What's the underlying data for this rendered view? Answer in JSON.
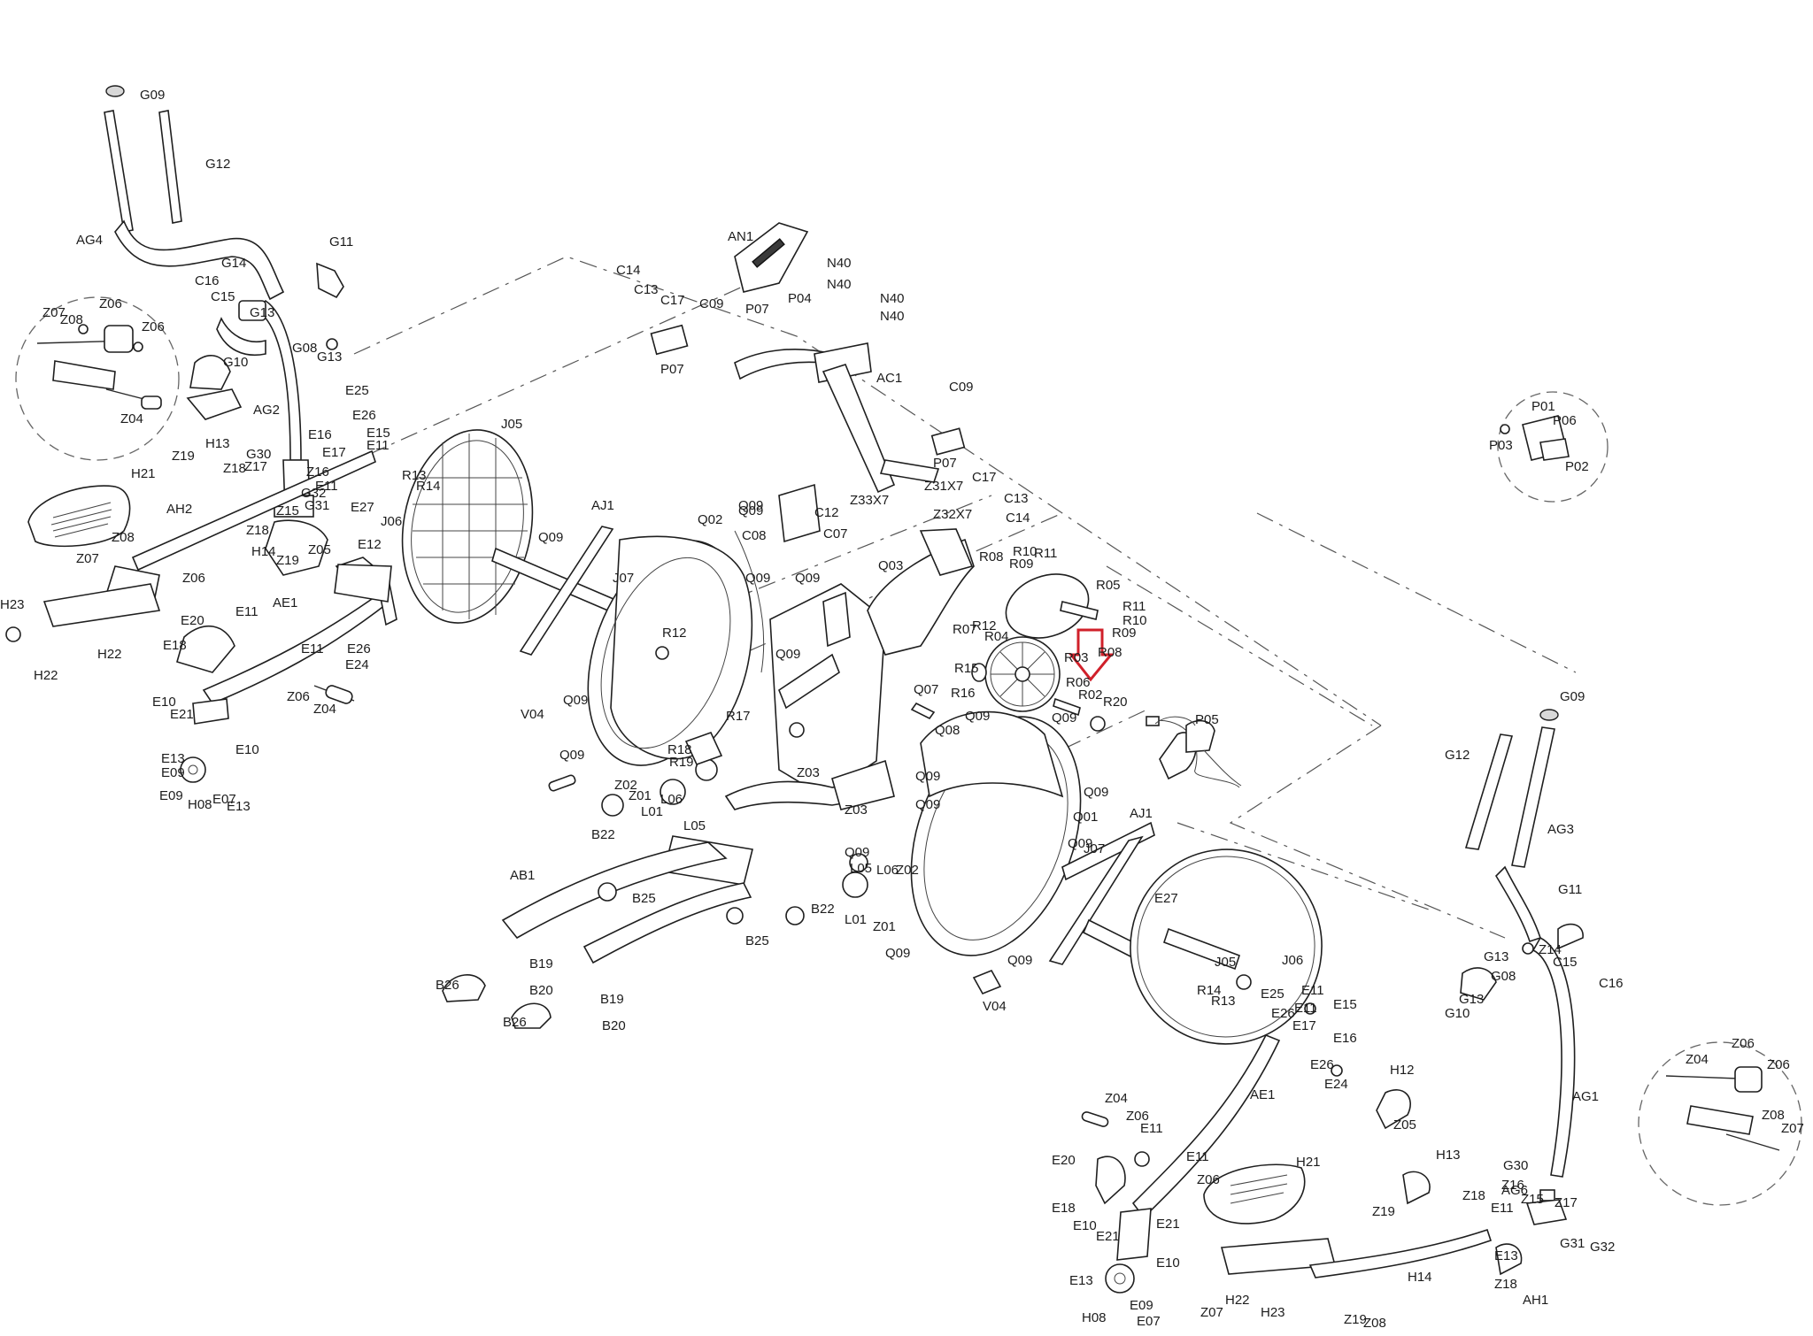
{
  "diagram": {
    "highlight_color": "#d0202a",
    "line_color": "#2a2a2a",
    "labels": [
      "G09",
      "G12",
      "AG4",
      "G11",
      "G14",
      "C16",
      "C15",
      "G13",
      "G08",
      "G13",
      "G10",
      "Z07",
      "Z08",
      "Z06",
      "Z06",
      "Z04",
      "AG2",
      "E25",
      "E26",
      "E16",
      "E17",
      "E15",
      "E11",
      "E11",
      "E27",
      "G30",
      "Z17",
      "Z16",
      "G32",
      "G31",
      "Z15",
      "Z18",
      "Z18",
      "H14",
      "Z19",
      "H13",
      "Z19",
      "H21",
      "AH2",
      "Z08",
      "Z07",
      "Z06",
      "E20",
      "E18",
      "E11",
      "AE1",
      "E11",
      "Z06",
      "Z04",
      "Z05",
      "E12",
      "E26",
      "E24",
      "E10",
      "E21",
      "E10",
      "E13",
      "E09",
      "E09",
      "H08",
      "E07",
      "E13",
      "H23",
      "H22",
      "H22",
      "J05",
      "R13",
      "R14",
      "J06",
      "AJ1",
      "J07",
      "Q09",
      "Q02",
      "Q09",
      "Q09",
      "R12",
      "Q09",
      "Q09",
      "V04",
      "Q09",
      "R17",
      "R18",
      "R19",
      "Z02",
      "Z01",
      "L01",
      "L06",
      "L05",
      "B22",
      "AB1",
      "B25",
      "B25",
      "B26",
      "B19",
      "B20",
      "B26",
      "B19",
      "B20",
      "B22",
      "C14",
      "C13",
      "C17",
      "C09",
      "P07",
      "P07",
      "AN1",
      "P04",
      "N40",
      "N40",
      "N40",
      "N40",
      "AC1",
      "C09",
      "P07",
      "Z31X7",
      "Z33X7",
      "Z32X7",
      "C17",
      "C13",
      "C14",
      "Q09",
      "C12",
      "C08",
      "C07",
      "Q09",
      "Q03",
      "R08",
      "R10",
      "R09",
      "R11",
      "R05",
      "R11",
      "R10",
      "R09",
      "R12",
      "R04",
      "R07",
      "R15",
      "R16",
      "R03",
      "R08",
      "R06",
      "R02",
      "R20",
      "Q07",
      "Q08",
      "Q09",
      "Q09",
      "P05",
      "Q09",
      "Z03",
      "Z03",
      "Q09",
      "Q01",
      "Q09",
      "Q09",
      "AJ1",
      "J07",
      "Q09",
      "L05",
      "L06",
      "L01",
      "Z01",
      "Z02",
      "Q09",
      "Q09",
      "V04",
      "E27",
      "J05",
      "J06",
      "R14",
      "R13",
      "P01",
      "P03",
      "P06",
      "P02",
      "G09",
      "G12",
      "AG3",
      "G11",
      "G13",
      "Z14",
      "G08",
      "C15",
      "C16",
      "G10",
      "G13",
      "AG1",
      "Z04",
      "Z06",
      "Z06",
      "Z08",
      "Z07",
      "E25",
      "E26",
      "E11",
      "E15",
      "E11",
      "E17",
      "E16",
      "E26",
      "E24",
      "H12",
      "Z05",
      "AE1",
      "Z04",
      "Z06",
      "E11",
      "E11",
      "Z06",
      "E20",
      "E18",
      "H21",
      "H13",
      "Z19",
      "G30",
      "Z16",
      "AG6",
      "Z15",
      "Z17",
      "Z18",
      "E11",
      "G31",
      "G32",
      "E10",
      "E21",
      "E21",
      "E10",
      "E13",
      "H08",
      "E09",
      "E07",
      "E13",
      "Z18",
      "H14",
      "AH1",
      "Z19",
      "Z08",
      "Z07",
      "H22",
      "H23",
      "H22"
    ]
  }
}
